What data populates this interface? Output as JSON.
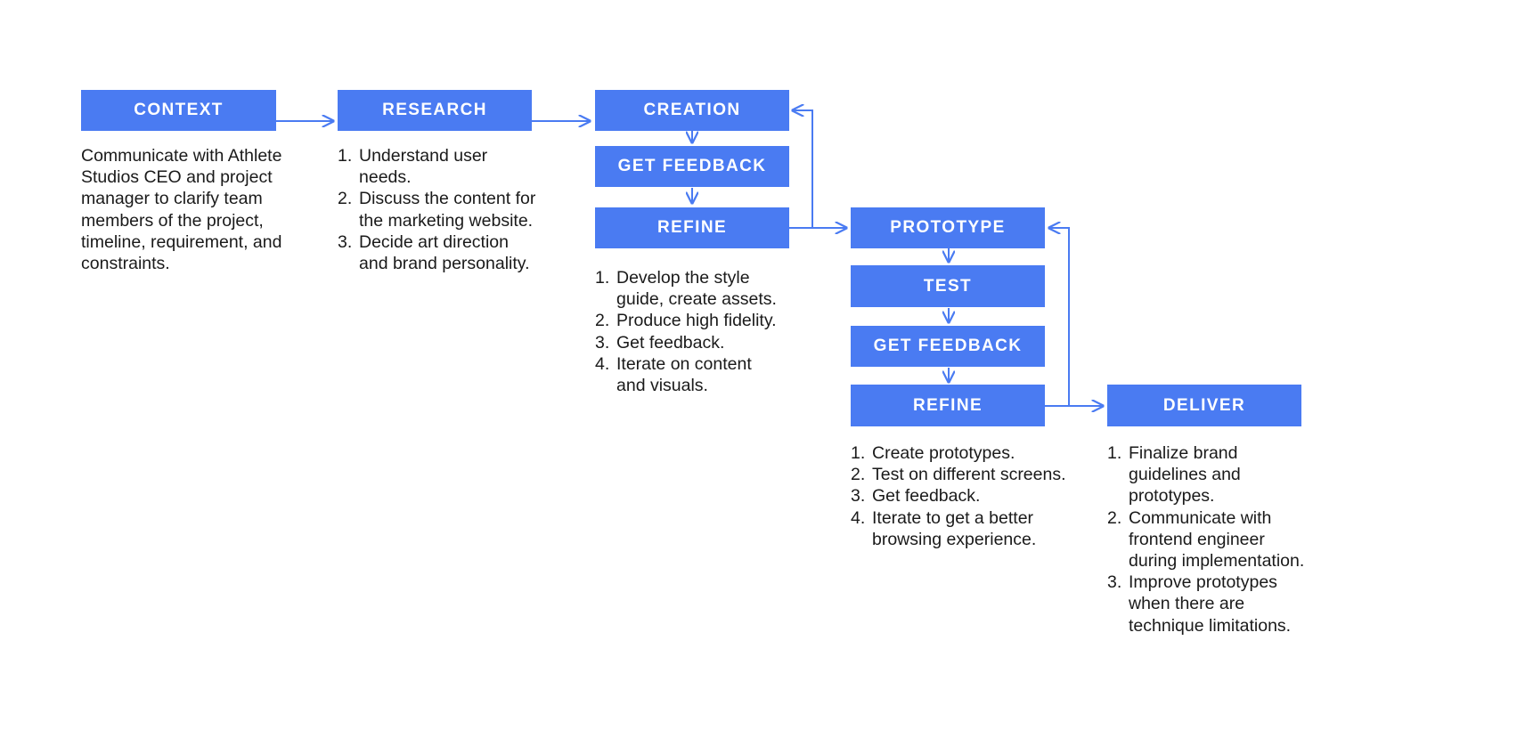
{
  "diagram": {
    "title": "Design process flowchart",
    "accent_color": "#4a7bf2",
    "text_color": "#1a1a1a",
    "background": "#ffffff",
    "nodes": [
      {
        "id": "context",
        "label": "CONTEXT"
      },
      {
        "id": "research",
        "label": "RESEARCH"
      },
      {
        "id": "creation",
        "label": "CREATION"
      },
      {
        "id": "get-feedback-1",
        "label": "GET FEEDBACK"
      },
      {
        "id": "refine-1",
        "label": "REFINE"
      },
      {
        "id": "prototype",
        "label": "PROTOTYPE"
      },
      {
        "id": "test",
        "label": "TEST"
      },
      {
        "id": "get-feedback-2",
        "label": "GET FEEDBACK"
      },
      {
        "id": "refine-2",
        "label": "REFINE"
      },
      {
        "id": "deliver",
        "label": "DELIVER"
      }
    ],
    "context_description": "Communicate with Athlete Studios CEO and project manager to clarify team members of the project, timeline, requirement, and constraints.",
    "research_steps": [
      {
        "num": "1.",
        "text": "Understand user needs."
      },
      {
        "num": "2.",
        "text": "Discuss the content for the marketing website."
      },
      {
        "num": "3.",
        "text": "Decide art direction and brand personality."
      }
    ],
    "creation_steps": [
      {
        "num": "1.",
        "text": "Develop the style guide, create assets."
      },
      {
        "num": "2.",
        "text": "Produce high fidelity."
      },
      {
        "num": "3.",
        "text": "Get feedback."
      },
      {
        "num": "4.",
        "text": "Iterate on content and visuals."
      }
    ],
    "prototype_steps": [
      {
        "num": "1.",
        "text": "Create prototypes."
      },
      {
        "num": "2.",
        "text": "Test on different screens."
      },
      {
        "num": "3.",
        "text": "Get feedback."
      },
      {
        "num": "4.",
        "text": "Iterate to get a better browsing experience."
      }
    ],
    "deliver_steps": [
      {
        "num": "1.",
        "text": "Finalize brand guidelines and prototypes."
      },
      {
        "num": "2.",
        "text": "Communicate with frontend engineer during implementation."
      },
      {
        "num": "3.",
        "text": "Improve prototypes when there are technique limitations."
      }
    ]
  }
}
